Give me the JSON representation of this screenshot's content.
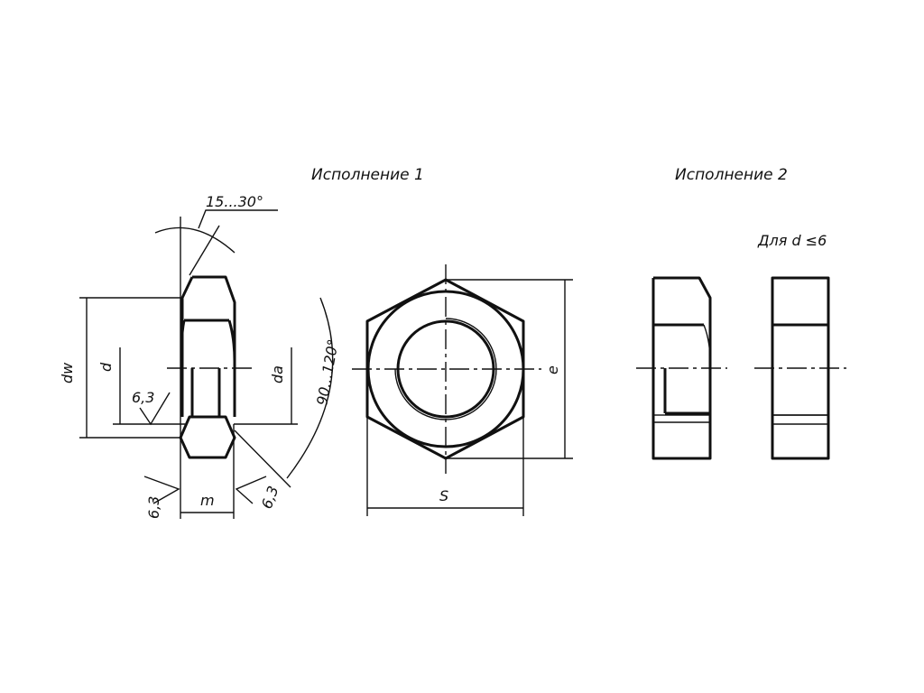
{
  "titles": {
    "variant1": "Исполнение 1",
    "variant2": "Исполнение 2",
    "small_d_note": "Для d ≤6"
  },
  "dimensions": {
    "chamfer_angle": "15...30°",
    "bearing_angle": "90...120°",
    "dw": "dw",
    "d": "d",
    "da": "da",
    "m": "m",
    "s": "S",
    "e": "e",
    "roughness": [
      "6,3",
      "6,3",
      "6,3"
    ]
  }
}
